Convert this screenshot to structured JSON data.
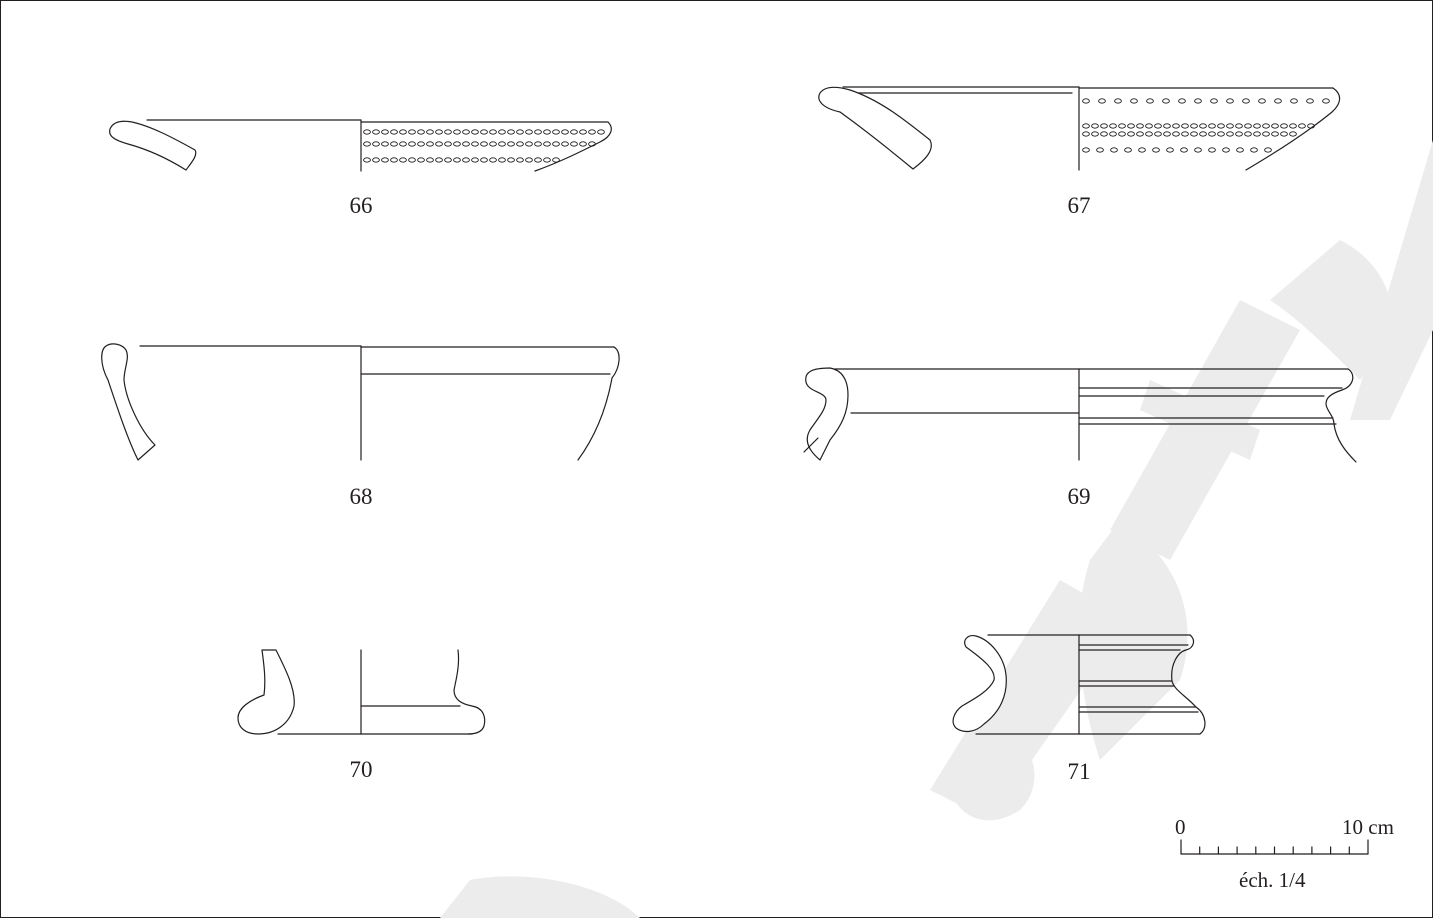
{
  "plate": {
    "watermark_color": "#ececec",
    "line_color": "#231f20"
  },
  "sherds": [
    {
      "number": "66",
      "view": "profile-and-elevation",
      "decoration": "impressed oval rows"
    },
    {
      "number": "67",
      "view": "profile-and-elevation",
      "decoration": "impressed oval rows"
    },
    {
      "number": "68",
      "view": "profile-and-elevation",
      "decoration": ""
    },
    {
      "number": "69",
      "view": "profile-and-elevation",
      "decoration": "grooves"
    },
    {
      "number": "70",
      "view": "profile-and-elevation",
      "decoration": ""
    },
    {
      "number": "71",
      "view": "profile-and-elevation",
      "decoration": "mouldings"
    }
  ],
  "scale_bar": {
    "start_label": "0",
    "end_label": "10 cm",
    "ratio_label": "éch. 1/4",
    "ticks": 11
  }
}
